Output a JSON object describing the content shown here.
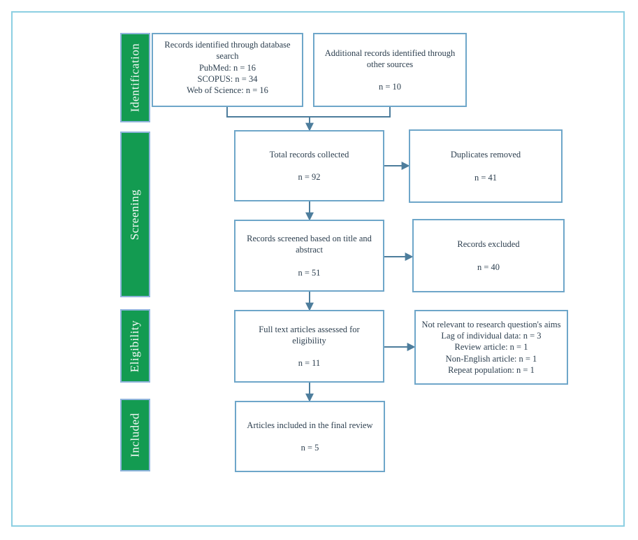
{
  "colors": {
    "stage_fill": "#139b51",
    "stage_border": "#8fb4dc",
    "stage_text": "#f7f9f8",
    "box_border": "#6ea6c9",
    "arrow": "#4d7d9c",
    "text": "#2e4050",
    "outer_border": "#8ccfe2"
  },
  "diagram": {
    "stages": [
      {
        "label": "Identification"
      },
      {
        "label": "Screening"
      },
      {
        "label": "Eligibility"
      },
      {
        "label": "Included"
      }
    ],
    "boxes": {
      "database_search": {
        "lines": [
          "Records identified through database search",
          "PubMed: n = 16",
          "SCOPUS: n = 34",
          "Web of Science: n = 16"
        ]
      },
      "other_sources": {
        "title": "Additional records identified through other sources",
        "count": "n = 10"
      },
      "total_collected": {
        "title": "Total records collected",
        "count": "n = 92"
      },
      "duplicates_removed": {
        "title": "Duplicates removed",
        "count": "n = 41"
      },
      "screened_title_abstract": {
        "title": "Records screened based on title and abstract",
        "count": "n = 51"
      },
      "records_excluded": {
        "title": "Records excluded",
        "count": "n = 40"
      },
      "full_text_assessed": {
        "title": "Full text articles assessed for eligibility",
        "count": "n = 11"
      },
      "not_relevant": {
        "title": "Not relevant to research question's aims",
        "reasons": [
          "Lag of individual data: n = 3",
          "Review article: n = 1",
          "Non-English article: n = 1",
          "Repeat population: n = 1"
        ]
      },
      "included_final": {
        "title": "Articles included in the final review",
        "count": "n = 5"
      }
    }
  }
}
